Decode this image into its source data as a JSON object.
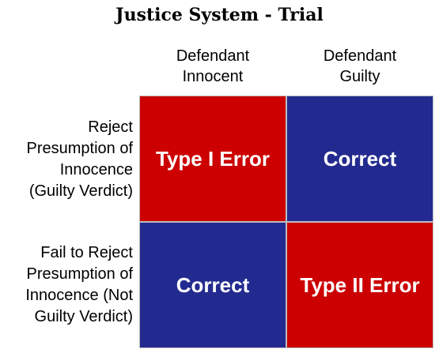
{
  "title": "Justice System - Trial",
  "columns": [
    {
      "lines": [
        "Defendant",
        "Innocent"
      ]
    },
    {
      "lines": [
        "Defendant",
        "Guilty"
      ]
    }
  ],
  "rows": [
    {
      "lines": [
        "Reject",
        "Presumption of",
        "Innocence",
        "(Guilty Verdict)"
      ]
    },
    {
      "lines": [
        "Fail to Reject",
        "Presumption of",
        "Innocence (Not",
        "Guilty Verdict)"
      ]
    }
  ],
  "cells": [
    [
      {
        "label": "Type I Error",
        "color": "#cc0000"
      },
      {
        "label": "Correct",
        "color": "#232a8f"
      }
    ],
    [
      {
        "label": "Correct",
        "color": "#232a8f"
      },
      {
        "label": "Type II Error",
        "color": "#cc0000"
      }
    ]
  ]
}
